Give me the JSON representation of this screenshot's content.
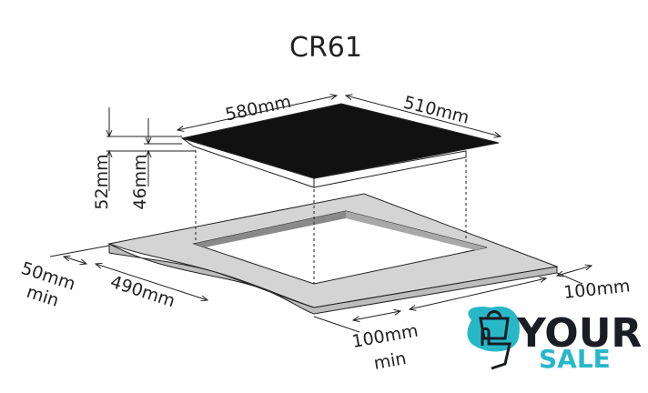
{
  "title": "CR61",
  "dimensions": {
    "width": "580mm",
    "depth": "510mm",
    "total_height": "52mm",
    "body_height": "46mm",
    "back_clearance": "50mm",
    "back_clearance_note": "min",
    "cutout_depth": "490mm",
    "side_clearance": "100mm",
    "front_clearance": "100mm",
    "front_clearance_note": "min"
  },
  "logo": {
    "line1": "YOUR",
    "line2": "SALE"
  },
  "colors": {
    "hob": "#111111",
    "counter": "#d4d4d4",
    "counter_edge": "#8a8a8a",
    "logo_teal": "#27b8c8",
    "logo_dark": "#1a1d24"
  }
}
